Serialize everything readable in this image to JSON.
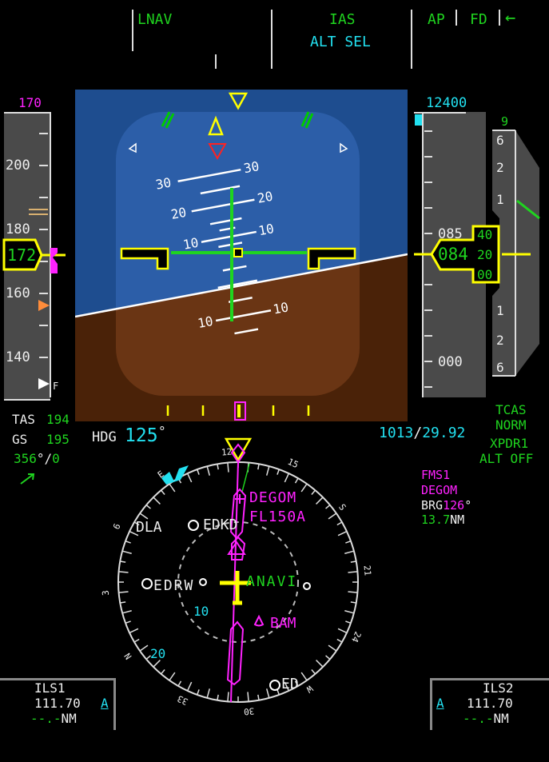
{
  "fma": {
    "lateral": "LNAV",
    "speed": "IAS",
    "vertical": "ALT SEL",
    "ap": "AP",
    "fd": "FD",
    "arrow": "←"
  },
  "speed": {
    "target": "170",
    "current": "172",
    "ticks": [
      "200",
      "180",
      "160",
      "140"
    ],
    "flap_marker": "F"
  },
  "altitude": {
    "target": "12400",
    "current_thousands": "084",
    "current_rolling": [
      "40",
      "20",
      "00"
    ],
    "ticks": [
      "085",
      "000"
    ]
  },
  "vsi": {
    "value": "9",
    "ticks": [
      "6",
      "2",
      "1",
      "1",
      "2",
      "6"
    ]
  },
  "pitch_ladder": {
    "up30": "30",
    "up20": "20",
    "up10": "10",
    "down10": "10"
  },
  "air_data": {
    "tas_label": "TAS",
    "tas": "194",
    "gs_label": "GS",
    "gs": "195",
    "wind_dir": "356",
    "wind_sep": "°/",
    "wind_speed": "0"
  },
  "heading": {
    "label": "HDG",
    "value": "125",
    "deg": "°"
  },
  "baro": {
    "hpa": "1013",
    "sep": "/",
    "inhg": "29.92"
  },
  "tcas": {
    "line1": "TCAS",
    "line2": "NORM",
    "line3": "XPDR1",
    "line4": "ALT OFF"
  },
  "fms": {
    "source": "FMS1",
    "waypoint": "DEGOM",
    "brg_label": "BRG",
    "brg": "126",
    "deg": "°",
    "dist": "13.7",
    "dist_unit": "NM"
  },
  "nd": {
    "compass_labels": [
      "12",
      "15",
      "S",
      "21",
      "24",
      "W",
      "30",
      "33",
      "N",
      "3",
      "6",
      "E"
    ],
    "range_inner": "10",
    "range_outer": "20",
    "waypoints": {
      "degom": "DEGOM",
      "degom_alt": "FL150A",
      "edkd": "EDKD",
      "dla": "DLA",
      "edrw": "EDRW",
      "anavi": "ANAVI",
      "bam": "BAM",
      "ed": "ED"
    }
  },
  "ils1": {
    "title": "ILS1",
    "freq": "111.70",
    "mode": "A",
    "dist": "--.-",
    "unit": "NM"
  },
  "ils2": {
    "title": "ILS2",
    "freq": "111.70",
    "mode": "A",
    "dist": "--.-",
    "unit": "NM"
  },
  "colors": {
    "sky": "#2a5ba6",
    "ground": "#5a2d0c",
    "green": "#1fd41f",
    "cyan": "#22e0f0",
    "magenta": "#ff22ff",
    "yellow": "#ffff00"
  }
}
